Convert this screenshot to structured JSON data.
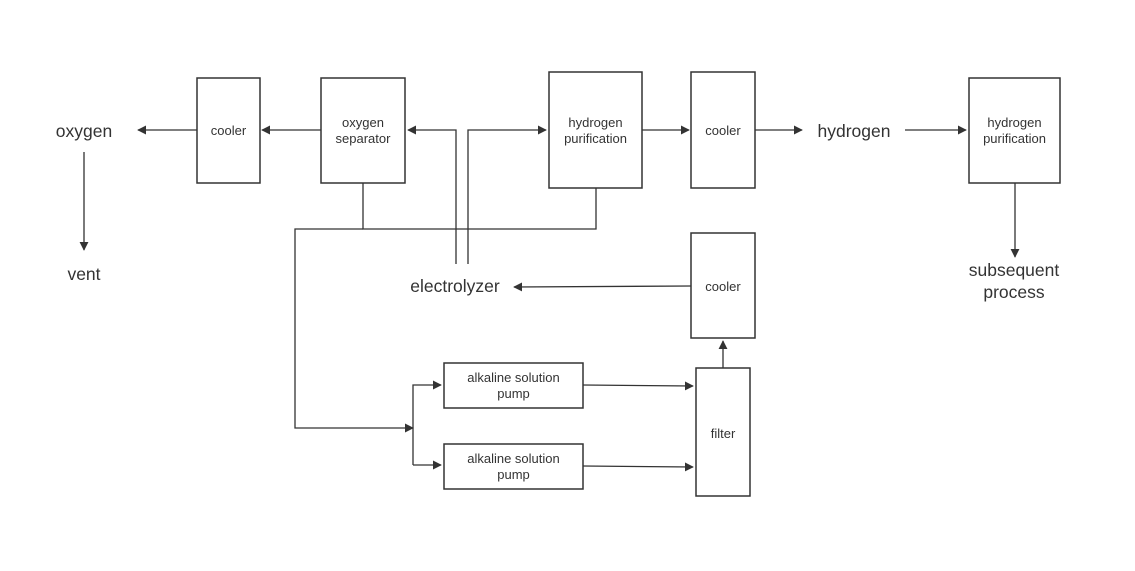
{
  "nodes": {
    "cooler_oxygen": {
      "label": "cooler"
    },
    "oxygen_separator": {
      "label_lines": [
        "oxygen",
        "separator"
      ]
    },
    "hydrogen_purification_1": {
      "label_lines": [
        "hydrogen",
        "purification"
      ]
    },
    "cooler_hydrogen": {
      "label": "cooler"
    },
    "hydrogen_purification_2": {
      "label_lines": [
        "hydrogen",
        "purification"
      ]
    },
    "cooler_return": {
      "label": "cooler"
    },
    "alkaline_pump_1": {
      "label_lines": [
        "alkaline solution",
        "pump"
      ]
    },
    "alkaline_pump_2": {
      "label_lines": [
        "alkaline solution",
        "pump"
      ]
    },
    "filter": {
      "label": "filter"
    }
  },
  "labels": {
    "oxygen": "oxygen",
    "vent": "vent",
    "electrolyzer": "electrolyzer",
    "hydrogen": "hydrogen",
    "subsequent_process": [
      "subsequent",
      "process"
    ]
  },
  "colors": {
    "stroke": "#333333",
    "text": "#333333",
    "background": "#ffffff"
  }
}
